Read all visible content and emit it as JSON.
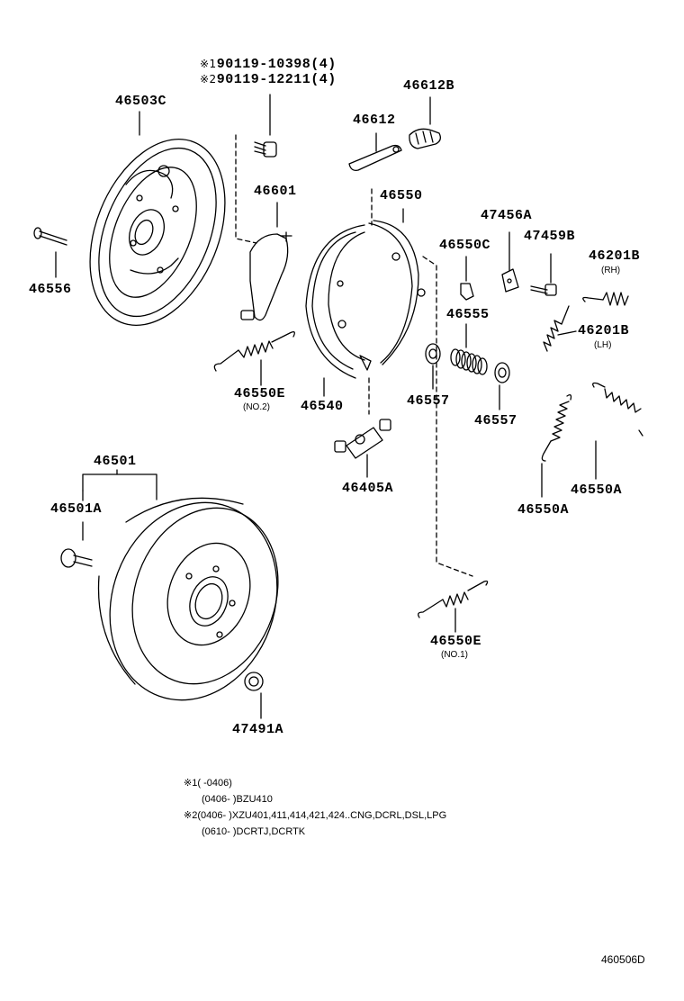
{
  "parts": [
    {
      "id": "p-90119-10398",
      "text": "90119-10398(4)",
      "mark": "※1"
    },
    {
      "id": "p-90119-12211",
      "text": "90119-12211(4)",
      "mark": "※2"
    },
    {
      "id": "p-46612B",
      "text": "46612B"
    },
    {
      "id": "p-46503C",
      "text": "46503C"
    },
    {
      "id": "p-46612",
      "text": "46612"
    },
    {
      "id": "p-46601",
      "text": "46601"
    },
    {
      "id": "p-46550",
      "text": "46550"
    },
    {
      "id": "p-47456A",
      "text": "47456A"
    },
    {
      "id": "p-46550C",
      "text": "46550C"
    },
    {
      "id": "p-47459B",
      "text": "47459B"
    },
    {
      "id": "p-46201B-rh",
      "text": "46201B",
      "sub": "(RH)"
    },
    {
      "id": "p-46556",
      "text": "46556"
    },
    {
      "id": "p-46555",
      "text": "46555"
    },
    {
      "id": "p-46201B-lh",
      "text": "46201B",
      "sub": "(LH)"
    },
    {
      "id": "p-46550E-no2",
      "text": "46550E",
      "sub": "(NO.2)"
    },
    {
      "id": "p-46540",
      "text": "46540"
    },
    {
      "id": "p-46557-a",
      "text": "46557"
    },
    {
      "id": "p-46557-b",
      "text": "46557"
    },
    {
      "id": "p-46501",
      "text": "46501"
    },
    {
      "id": "p-46405A",
      "text": "46405A"
    },
    {
      "id": "p-46550A-right",
      "text": "46550A"
    },
    {
      "id": "p-46501A",
      "text": "46501A"
    },
    {
      "id": "p-46550A-mid",
      "text": "46550A"
    },
    {
      "id": "p-46550E-no1",
      "text": "46550E",
      "sub": "(NO.1)"
    },
    {
      "id": "p-47491A",
      "text": "47491A"
    }
  ],
  "notes": [
    {
      "mark": "※1",
      "range": "(    -0406)",
      "codes": ""
    },
    {
      "mark": "",
      "range": "(0406-    )",
      "codes": "BZU410"
    },
    {
      "mark": "※2",
      "range": "(0406-    )",
      "codes": "XZU401,411,414,421,424..CNG,DCRL,DSL,LPG"
    },
    {
      "mark": "",
      "range": "(0610-    )",
      "codes": "DCRTJ,DCRTK"
    }
  ],
  "figure_ref": "460506D"
}
